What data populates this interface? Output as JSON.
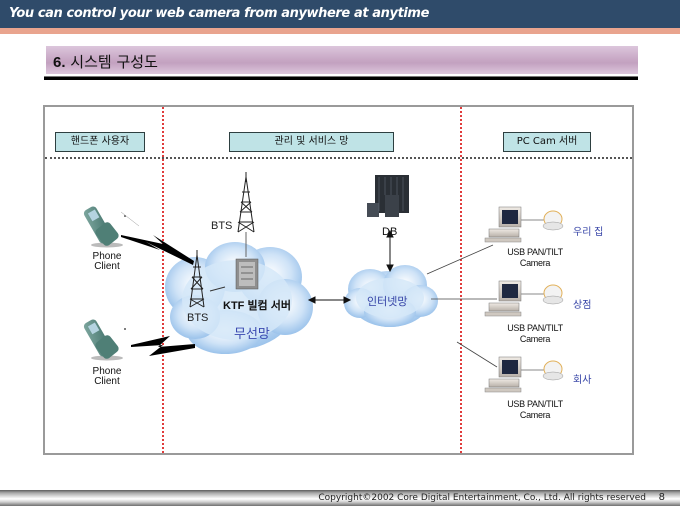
{
  "header": {
    "tagline": "You can control your web camera  from anywhere at anytime",
    "accent_color": "#e9a48e",
    "bar_color": "#2f4b6a"
  },
  "section": {
    "number": "6.",
    "title": "시스템 구성도"
  },
  "diagram": {
    "columns": [
      {
        "label": "핸드폰 사용자"
      },
      {
        "label": "관리 및 서비스 망"
      },
      {
        "label": "PC Cam 서버"
      }
    ],
    "clients": [
      {
        "icon": "mobile-phone-icon",
        "label_line1": "Phone",
        "label_line2": "Client"
      },
      {
        "icon": "mobile-phone-icon",
        "label_line1": "Phone",
        "label_line2": "Client"
      }
    ],
    "wireless_network": {
      "name": "무선망",
      "bts_top_label": "BTS",
      "bts_inner_label": "BTS",
      "billing_server_label": "KTF 빌컴 서버"
    },
    "db_label": "DB",
    "internet_label": "인터넷망",
    "cameras": [
      {
        "location": "우리 집",
        "label_line1": "USB PAN/TILT",
        "label_line2": "Camera"
      },
      {
        "location": "상점",
        "label_line1": "USB PAN/TILT",
        "label_line2": "Camera"
      },
      {
        "location": "회사",
        "label_line1": "USB PAN/TILT",
        "label_line2": "Camera"
      }
    ]
  },
  "footer": {
    "copyright": "Copyright©2002 Core Digital Entertainment, Co., Ltd. All rights reserved",
    "page_number": "8"
  }
}
